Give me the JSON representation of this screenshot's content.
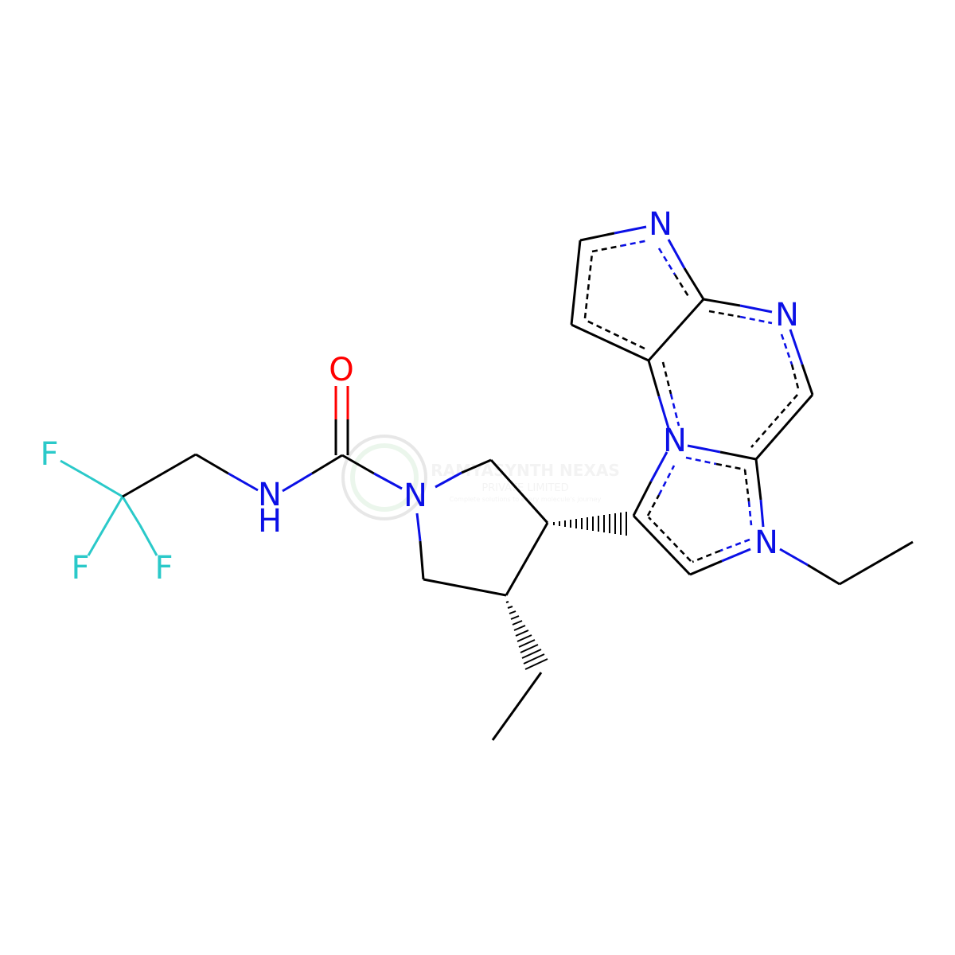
{
  "molecule": {
    "atoms": {
      "o1": "O",
      "n_amide": "N",
      "h_amide": "H",
      "n_pyrrolidine": "N",
      "n_ring_top": "N",
      "n_ring_right": "N",
      "n_bridge": "N",
      "n_ethyl": "N",
      "f1": "F",
      "f2": "F",
      "f3": "F"
    },
    "colors": {
      "carbon": "#000000",
      "nitrogen": "#0b10e6",
      "oxygen": "#ff0000",
      "fluorine": "#2ac9c9"
    }
  },
  "watermark": {
    "name": "RAMYASYNTH NEXAS",
    "sub": "PRIVATE LIMITED",
    "tagline": "Complete solutions to every molecule's journey"
  }
}
